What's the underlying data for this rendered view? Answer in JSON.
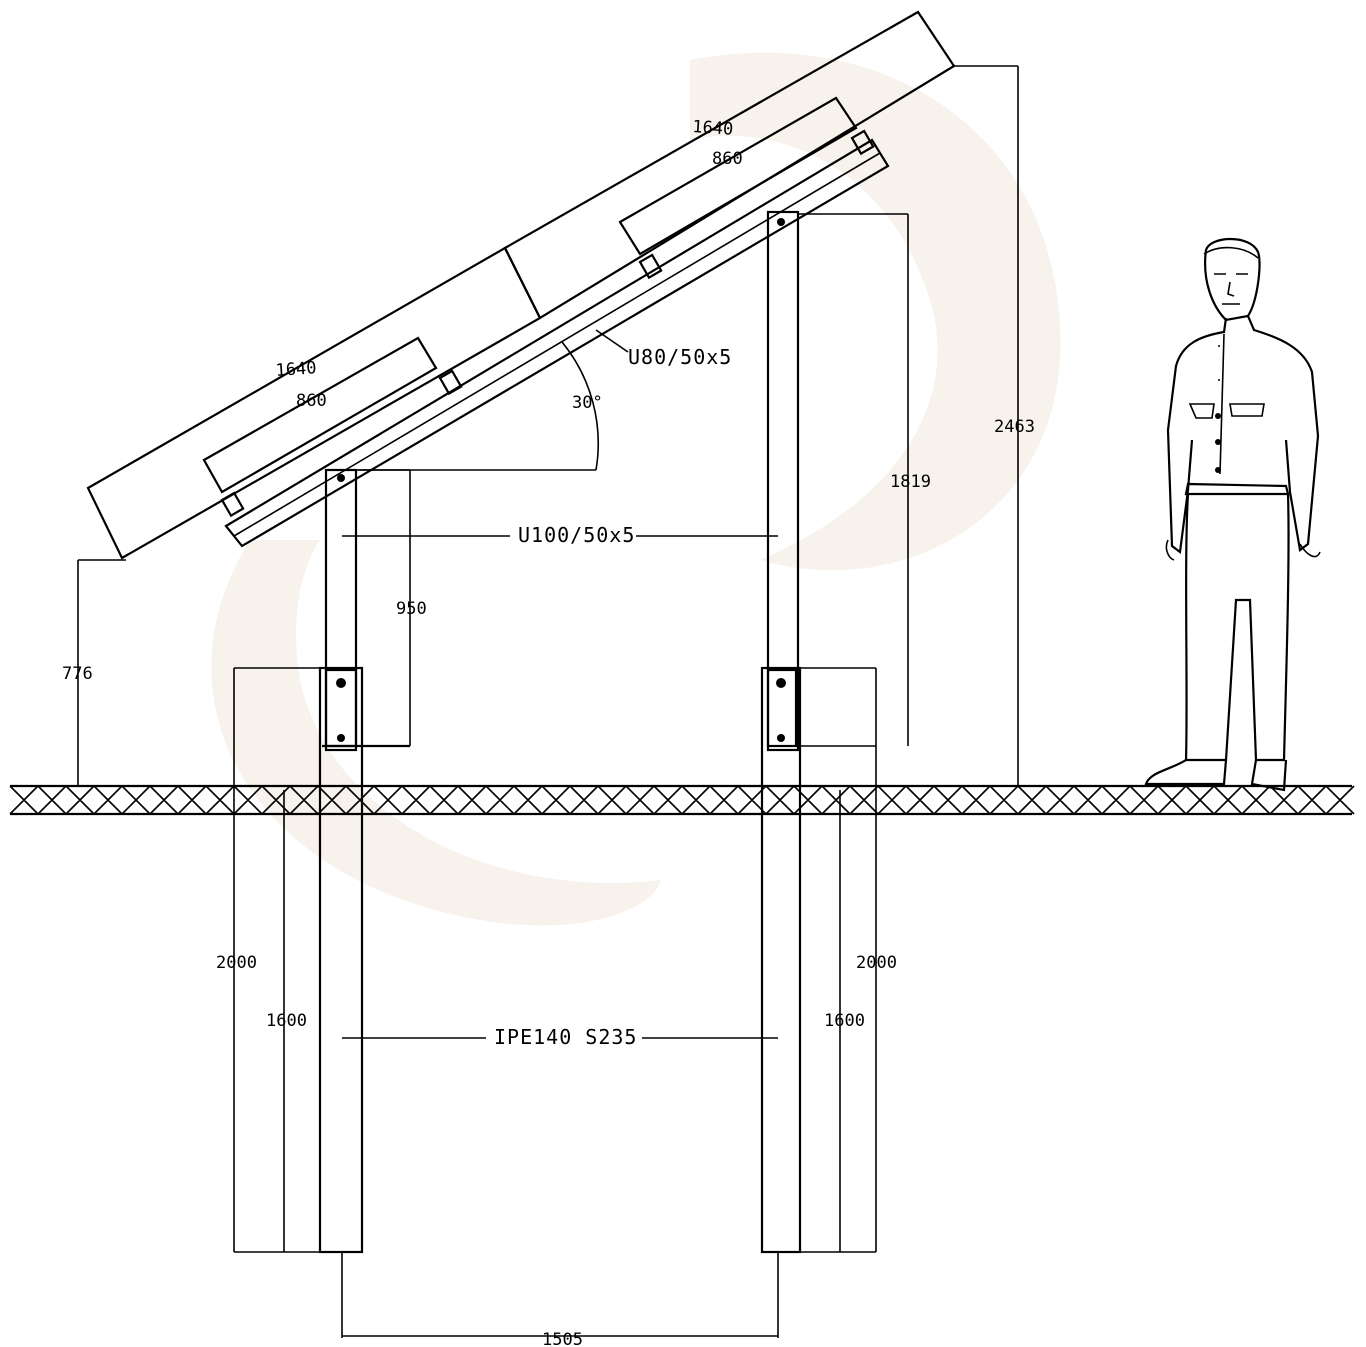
{
  "labels": {
    "upper_panel_length": "1640",
    "upper_panel_rail": "860",
    "lower_panel_length": "1640",
    "lower_panel_rail": "860",
    "rail_profile": "U80/50x5",
    "tilt_angle": "30°",
    "crossbeam_profile": "U100/50x5",
    "post_profile": "IPE140 S235",
    "front_post_height": "950",
    "front_edge_height": "776",
    "rear_post_height": "1819",
    "total_height": "2463",
    "front_embed_total": "2000",
    "front_embed_depth": "1600",
    "rear_embed_total": "2000",
    "rear_embed_depth": "1600",
    "post_spacing": "1505"
  },
  "colors": {
    "line": "#000000",
    "background": "#ffffff",
    "watermark": "#f1e7dc"
  }
}
